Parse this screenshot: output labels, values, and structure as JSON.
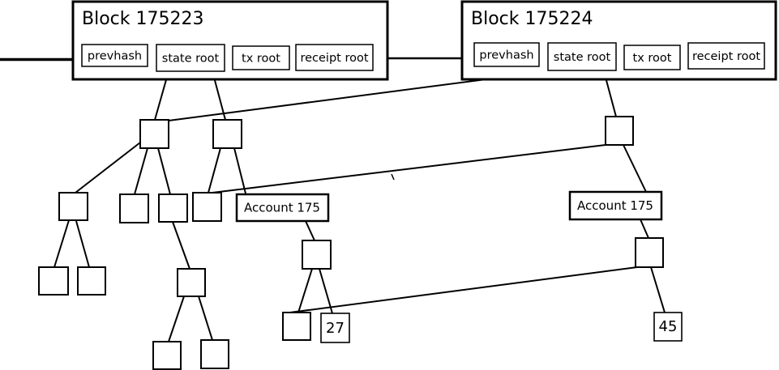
{
  "blocks": [
    {
      "title": "Block 175223",
      "fields": [
        "prevhash",
        "state root",
        "tx root",
        "receipt root"
      ]
    },
    {
      "title": "Block 175224",
      "fields": [
        "prevhash",
        "state root",
        "tx root",
        "receipt root"
      ]
    }
  ],
  "tree": {
    "old_account_label": "Account 175",
    "new_account_label": "Account 175",
    "old_value": "27",
    "new_value": "45"
  },
  "colors": {
    "background": "#ffffff",
    "line": "#000000",
    "box_fill": "#ffffff",
    "box_border": "#000000"
  }
}
